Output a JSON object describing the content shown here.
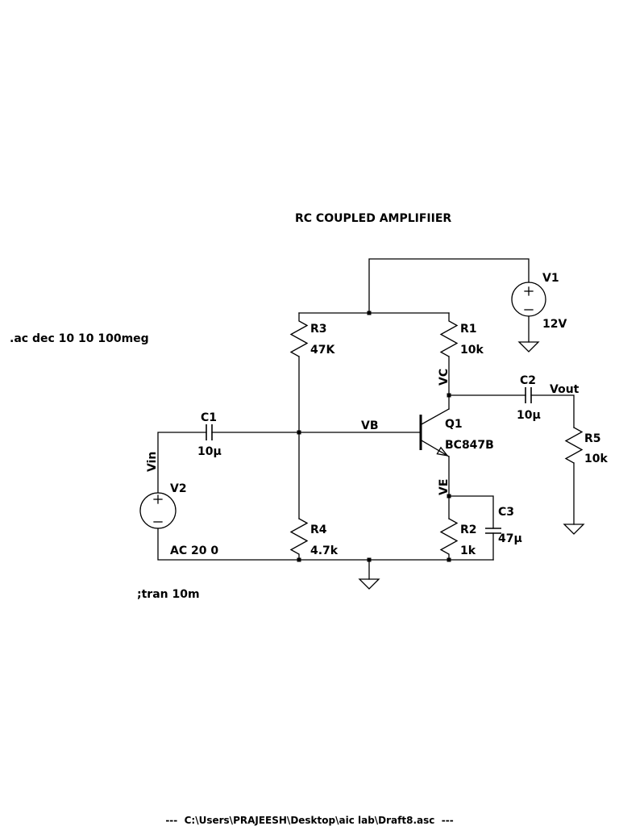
{
  "title": "RC COUPLED AMPLIFIIER",
  "directives": {
    "ac": ".ac dec 10 10 100meg",
    "tran": ";tran 10m"
  },
  "footer": "---  C:\\Users\\PRAJEESH\\Desktop\\aic lab\\Draft8.asc  ---",
  "components": {
    "V1": {
      "name": "V1",
      "value": "12V"
    },
    "V2": {
      "name": "V2",
      "value": "AC 20 0"
    },
    "R1": {
      "name": "R1",
      "value": "10k"
    },
    "R2": {
      "name": "R2",
      "value": "1k"
    },
    "R3": {
      "name": "R3",
      "value": "47K"
    },
    "R4": {
      "name": "R4",
      "value": "4.7k"
    },
    "R5": {
      "name": "R5",
      "value": "10k"
    },
    "C1": {
      "name": "C1",
      "value": "10µ"
    },
    "C2": {
      "name": "C2",
      "value": "10µ"
    },
    "C3": {
      "name": "C3",
      "value": "47µ"
    },
    "Q1": {
      "name": "Q1",
      "value": "BC847B"
    }
  },
  "nets": {
    "vin": "Vin",
    "vb": "VB",
    "vc": "VC",
    "ve": "VE",
    "vout": "Vout"
  }
}
